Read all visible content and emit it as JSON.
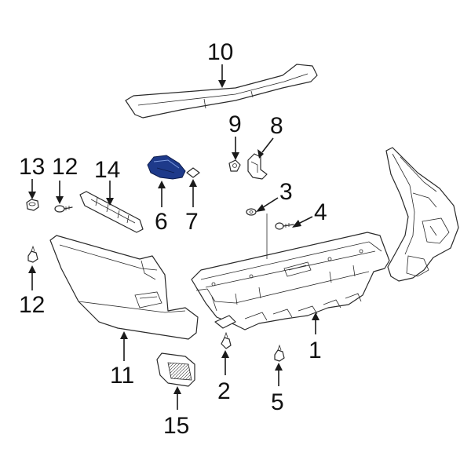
{
  "diagram": {
    "highlight_color": "#1e3a8a",
    "callouts": [
      "10",
      "9",
      "8",
      "13",
      "12",
      "14",
      "6",
      "7",
      "3",
      "4",
      "12",
      "11",
      "1",
      "2",
      "5",
      "15"
    ]
  }
}
